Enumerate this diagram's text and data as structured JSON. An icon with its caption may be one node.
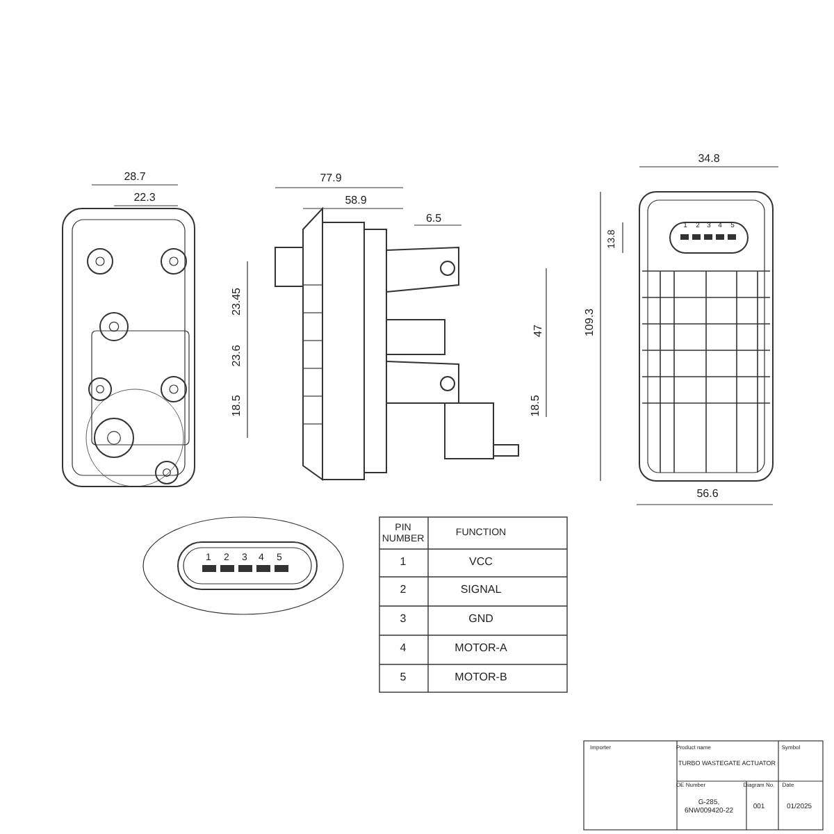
{
  "diagram": {
    "labels": [
      "28.7",
      "22.3",
      "77.9",
      "58.9",
      "34.8",
      "6.5",
      "13.8",
      "1",
      "2",
      "3",
      "4",
      "5",
      "23.45",
      "47",
      "109.3",
      "23.6",
      "18.5",
      "18.5",
      "56.6",
      "1",
      "2",
      "3",
      "4",
      "5",
      "PIN NUMBER",
      "FUNCTION",
      "1",
      "VCC",
      "2",
      "SIGNAL",
      "3",
      "GND",
      "4",
      "MOTOR-A",
      "5",
      "MOTOR-B",
      "Importer",
      "Product name",
      "Symbol",
      "TURBO WASTEGATE ACTUATOR",
      "OE Number",
      "Diagram No.",
      "Date",
      "G-285, 6NW009420-22",
      "001",
      "01/2025"
    ]
  }
}
